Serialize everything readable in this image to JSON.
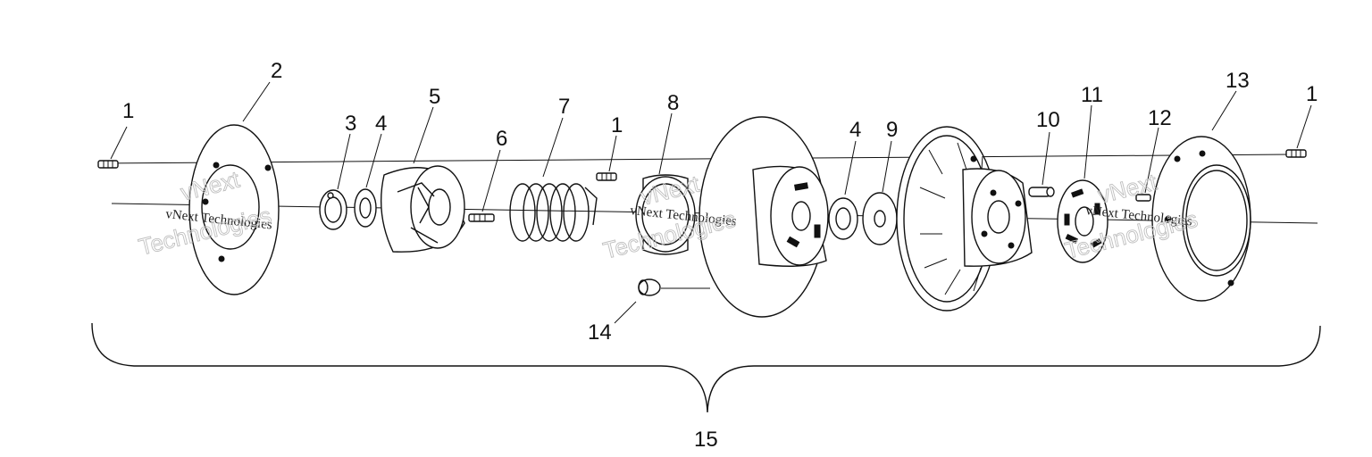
{
  "callouts": [
    {
      "id": "c1a",
      "text": "1"
    },
    {
      "id": "c2",
      "text": "2"
    },
    {
      "id": "c3",
      "text": "3"
    },
    {
      "id": "c4a",
      "text": "4"
    },
    {
      "id": "c5",
      "text": "5"
    },
    {
      "id": "c6",
      "text": "6"
    },
    {
      "id": "c7",
      "text": "7"
    },
    {
      "id": "c1b",
      "text": "1"
    },
    {
      "id": "c8",
      "text": "8"
    },
    {
      "id": "c4b",
      "text": "4"
    },
    {
      "id": "c9",
      "text": "9"
    },
    {
      "id": "c10",
      "text": "10"
    },
    {
      "id": "c11",
      "text": "11"
    },
    {
      "id": "c12",
      "text": "12"
    },
    {
      "id": "c13",
      "text": "13"
    },
    {
      "id": "c1c",
      "text": "1"
    },
    {
      "id": "c14",
      "text": "14"
    },
    {
      "id": "c15",
      "text": "15"
    }
  ],
  "watermark": {
    "small": "vNext Technologies",
    "big_top": "vNext",
    "big_bottom": "Technologies"
  }
}
